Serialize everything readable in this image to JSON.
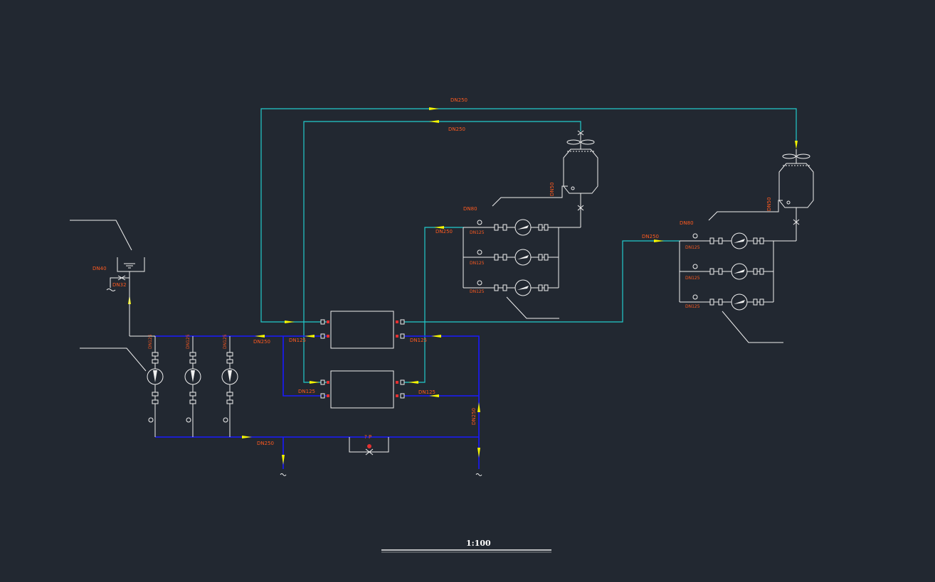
{
  "drawing": {
    "title": "",
    "scale": "1:100"
  },
  "labels": {
    "top_return_dn": "DN250",
    "top_supply_dn": "DN250",
    "left_main_dn": "DN250",
    "bottom_main_dn": "DN250",
    "right_riser_dn": "DN250",
    "mid_cyan_dn": "DN250",
    "tower1_pump_dn": "DN250",
    "hx_top_left_dn": "DN125",
    "hx_top_right_dn": "DN125",
    "hx_bot_left_dn": "DN125",
    "hx_bot_right_dn": "DN125",
    "tower1_makeup_dn": "DN80",
    "tower2_makeup_dn": "DN80",
    "tower1_overflow_dn": "DN50",
    "tower2_overflow_dn": "DN50",
    "makeup_pipe_dn": "DN40",
    "drain_dn": "DN32",
    "pump_dn": "DN125",
    "pressure_diff": "? P",
    "tower1_name": "",
    "tower2_name": "",
    "hx1_name": "",
    "hx2_name": "",
    "expansion_tank": "",
    "makeup_label": "",
    "drain_label": "",
    "chilled_pump_group": "",
    "tower1_pump_group": "",
    "tower2_pump_group": "",
    "tower1_pump_callout": "",
    "tower2_pump_callout": "",
    "tower1_makeup_label": "",
    "tower2_makeup_label": "",
    "drain_outlet_1": "",
    "drain_outlet_2": ""
  },
  "colors": {
    "background": "#222831",
    "cooling_water_pipe": "#22cccc",
    "chilled_water_pipe": "#1a1aff",
    "equipment_linework": "#f0f0f0",
    "annotation_text": "#ff5a1f",
    "flow_arrow": "#f5f500"
  }
}
